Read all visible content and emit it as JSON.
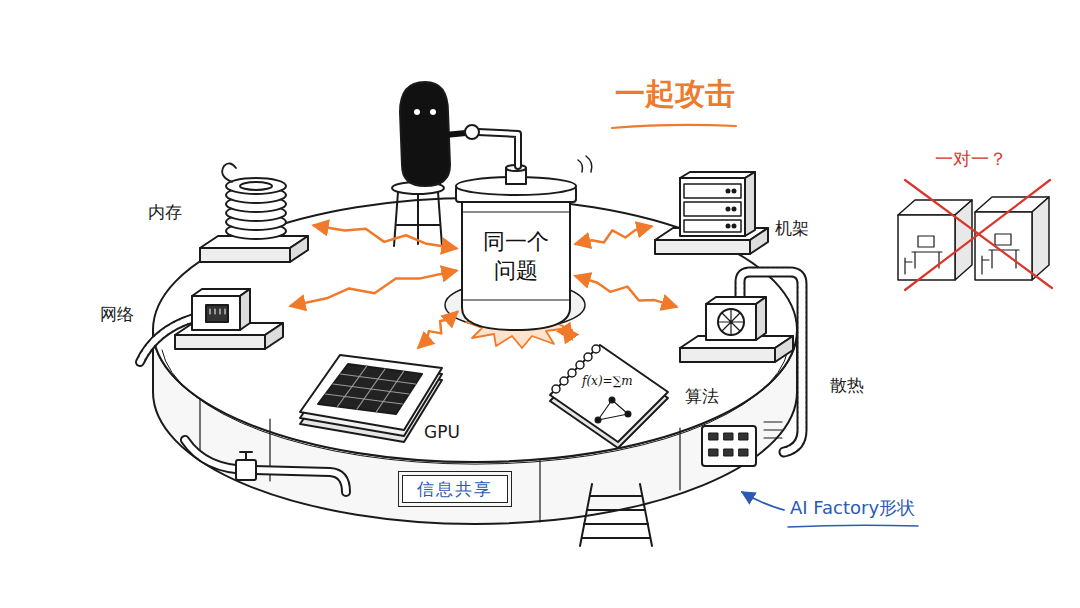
{
  "diagram": {
    "nodes": [
      {
        "text": [
          "内存"
        ]
      },
      {
        "text": [
          "同一个 问题"
        ]
      },
      {
        "text": [
          "机架"
        ]
      },
      {
        "text": [
          "网络"
        ]
      },
      {
        "text": [
          "散热"
        ]
      },
      {
        "text": [
          "GPU"
        ]
      },
      {
        "text": [
          "算法",
          "f(x)=∑m"
        ]
      },
      {
        "text": [
          "信息共享"
        ]
      }
    ],
    "edges": [
      {
        "from": 1,
        "to": 0,
        "arrow": "both"
      },
      {
        "from": 1,
        "to": 2,
        "arrow": "both"
      },
      {
        "from": 1,
        "to": 3,
        "arrow": "both"
      },
      {
        "from": 1,
        "to": 4,
        "arrow": "both"
      },
      {
        "from": 1,
        "to": 5,
        "arrow": "both"
      },
      {
        "from": 1,
        "to": 6,
        "arrow": "both"
      }
    ],
    "labels": [
      "一起攻击",
      "一对一？",
      "AI Factory形状"
    ]
  }
}
